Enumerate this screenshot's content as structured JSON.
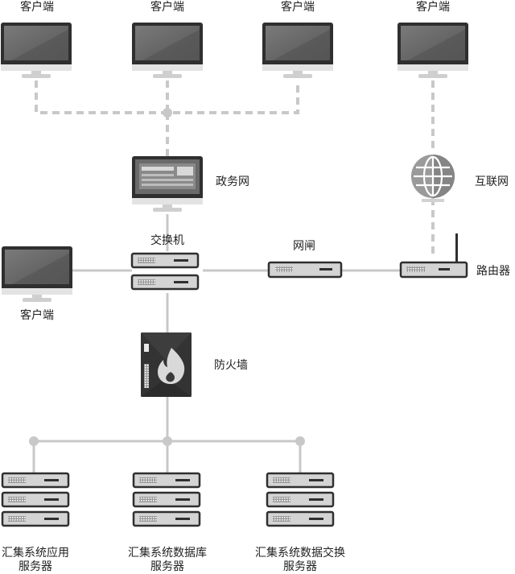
{
  "labels": {
    "client_1": "客户端",
    "client_2": "客户端",
    "client_3": "客户端",
    "client_4": "客户端",
    "client_left": "客户端",
    "gov_network": "政务网",
    "internet": "互联网",
    "switch": "交换机",
    "gatekeeper": "网闸",
    "router": "路由器",
    "firewall": "防火墙",
    "server_app_line1": "汇集系统应用",
    "server_app_line2": "服务器",
    "server_db_line1": "汇集系统数据库",
    "server_db_line2": "服务器",
    "server_exchange_line1": "汇集系统数据交换",
    "server_exchange_line2": "服务器"
  },
  "colors": {
    "line": "#c8c8c8",
    "dark": "#3a3a3a",
    "screen": "#6a6a6a",
    "device": "#d2d2d2"
  }
}
